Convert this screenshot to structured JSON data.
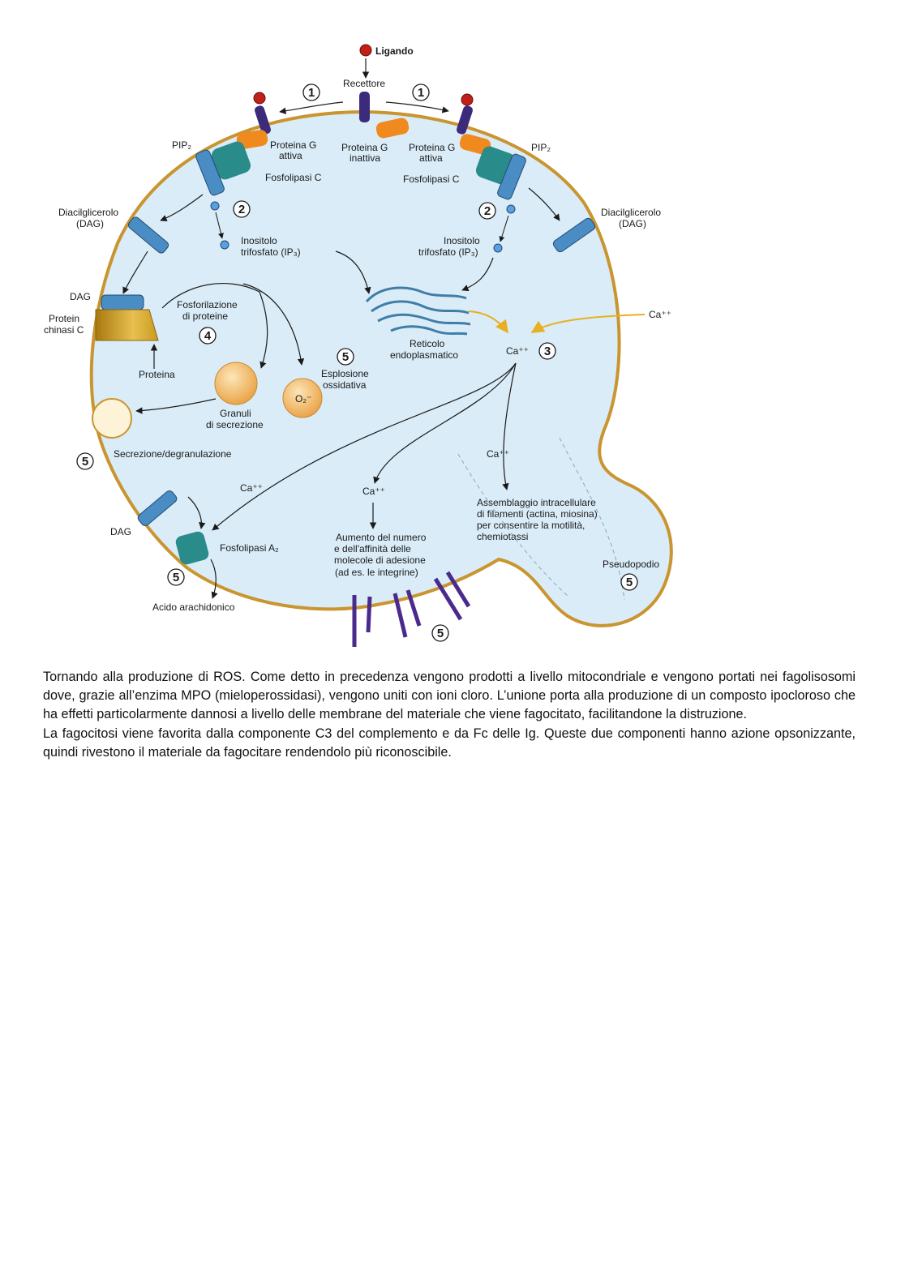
{
  "diagram": {
    "labels": {
      "ligando": "Ligando",
      "recettore": "Recettore",
      "proteina_g_attiva_left": [
        "Proteina G",
        "attiva"
      ],
      "proteina_g_inattiva": [
        "Proteina G",
        "inattiva"
      ],
      "proteina_g_attiva_right": [
        "Proteina G",
        "attiva"
      ],
      "pip2_left": "PIP₂",
      "pip2_right": "PIP₂",
      "fosfolipasi_c_left": "Fosfolipasi C",
      "fosfolipasi_c_right": "Fosfolipasi C",
      "dag_left": [
        "Diacilglicerolo",
        "(DAG)"
      ],
      "dag_right": [
        "Diacilglicerolo",
        "(DAG)"
      ],
      "ip3_left": [
        "Inositolo",
        "trifosfato (IP₃)"
      ],
      "ip3_right": [
        "Inositolo",
        "trifosfato (IP₃)"
      ],
      "dag_short": "DAG",
      "protein_chinasi": [
        "Protein",
        "chinasi C"
      ],
      "fosforilazione": [
        "Fosforilazione",
        "di proteine"
      ],
      "proteina": "Proteina",
      "granuli": [
        "Granuli",
        "di secrezione"
      ],
      "esplosione": [
        "Esplosione",
        "ossidativa"
      ],
      "o2": "O₂⁻",
      "reticolo": [
        "Reticolo",
        "endoplasmatico"
      ],
      "ca_center": "Ca⁺⁺",
      "ca_outside": "Ca⁺⁺",
      "ca_left": "Ca⁺⁺",
      "ca_mid": "Ca⁺⁺",
      "ca_right": "Ca⁺⁺",
      "secrezione": "Secrezione/degranulazione",
      "dag_bottom": "DAG",
      "fosfolipasi_a2": "Fosfolipasi A₂",
      "acido": "Acido arachidonico",
      "aumento": [
        "Aumento del numero",
        "e dell'affinità delle",
        "molecole di adesione",
        "(ad es. le integrine)"
      ],
      "assemblaggio": [
        "Assemblaggio intracellulare",
        "di filamenti (actina, miosina)",
        "per consentire la motilità,",
        "chemiotassi"
      ],
      "pseudopodio": "Pseudopodio"
    },
    "steps": {
      "s1a": "1",
      "s1b": "1",
      "s2a": "2",
      "s2b": "2",
      "s3": "3",
      "s4": "4",
      "s5a": "5",
      "s5b": "5",
      "s5c": "5",
      "s5d": "5",
      "s5e": "5"
    },
    "colors": {
      "cytoplasm": "#daecf7",
      "membrane": "#c99530",
      "g_protein": "#f08a1e",
      "phospholipase": "#2a8c8a",
      "pip2": "#4a8cc4",
      "receptor": "#3c2a7a",
      "ligand": "#c0201a",
      "kinase": "#d6a323",
      "granule": "#f1b85e",
      "integrin": "#4a2a8c"
    }
  },
  "paragraphs": [
    "Tornando alla produzione di ROS. Come detto in precedenza vengono prodotti a livello mitocondriale e vengono portati nei fagolisosomi dove, grazie all’enzima MPO (mieloperossidasi), vengono uniti con ioni cloro. L’unione porta alla produzione di un composto ipocloroso che ha effetti particolarmente dannosi a livello delle membrane del materiale che viene fagocitato, facilitandone la distruzione.",
    "La fagocitosi viene favorita dalla componente C3 del complemento e da Fc delle Ig. Queste due componenti hanno azione opsonizzante, quindi rivestono il materiale da fagocitare rendendolo più riconoscibile."
  ]
}
